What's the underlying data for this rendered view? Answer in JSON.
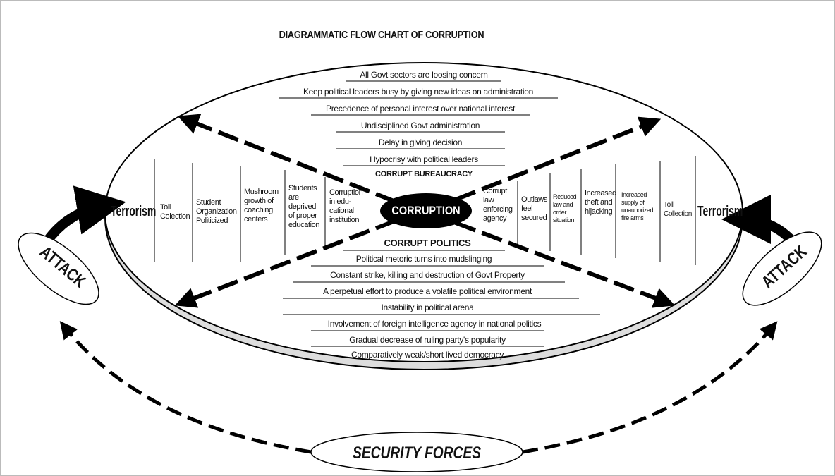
{
  "title": "DIAGRAMMATIC FLOW CHART OF CORRUPTION",
  "center": "CORRUPTION",
  "bureaucracy": {
    "heading": "CORRUPT BUREAUCRACY",
    "items": [
      "All Govt sectors are loosing concern",
      "Keep political leaders busy by giving new ideas on administration",
      "Precedence of personal interest over national interest",
      "Undisciplined Govt administration",
      "Delay in giving decision",
      "Hypocrisy with political leaders"
    ]
  },
  "politics": {
    "heading": "CORRUPT POLITICS",
    "items": [
      "Political rhetoric turns into mudslinging",
      "Constant strike, killing and destruction of Govt Property",
      "A perpetual effort to produce a volatile political environment",
      "Instability in political arena",
      "Involvement of foreign intelligence agency in national politics",
      "Gradual decrease of ruling party's popularity",
      "Comparatively weak/short lived democracy"
    ]
  },
  "left": {
    "terrorism": "Terrorism",
    "columns": [
      "Toll Colection",
      "Student Organization Politicized",
      "Mushroom growth of coaching centers",
      "Students are deprived of proper education",
      "Corruption in edu- cational institution"
    ]
  },
  "right": {
    "terrorism": "Terrorism",
    "columns": [
      "Corrupt law enforcing agency",
      "Outlaws feel secured",
      "Reduced law and order situation",
      "Increased theft and hijacking",
      "Increased supply of unauhorized fire arms",
      "Toll Collection"
    ]
  },
  "attack_left": "ATTACK",
  "attack_right": "ATTACK",
  "security": "SECURITY FORCES"
}
